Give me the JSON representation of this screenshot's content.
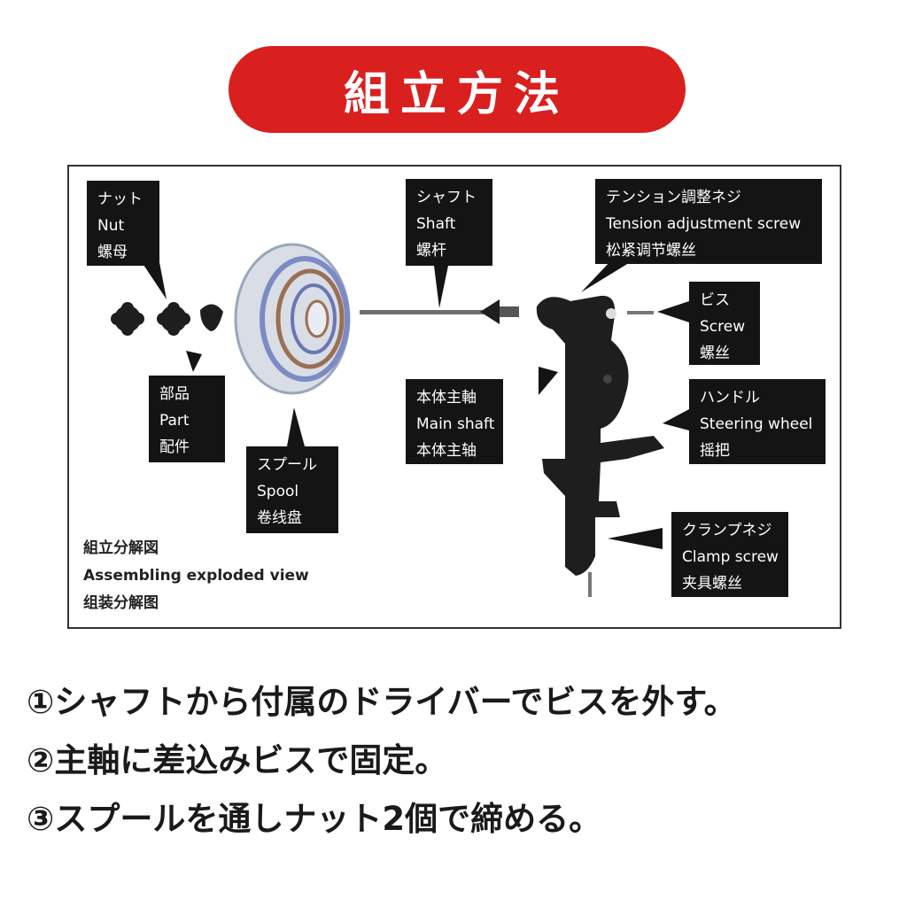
{
  "title": "組立方法",
  "callouts": {
    "nut": [
      "ナット",
      "Nut",
      "螺母"
    ],
    "shaft": [
      "シャフト",
      "Shaft",
      "螺杆"
    ],
    "tension": [
      "テンション調整ネジ",
      "Tension adjustment screw",
      "松紧调节螺丝"
    ],
    "screw": [
      "ビス",
      "Screw",
      "螺丝"
    ],
    "part": [
      "部品",
      "Part",
      "配件"
    ],
    "spool": [
      "スプール",
      "Spool",
      "卷线盘"
    ],
    "main_shaft": [
      "本体主軸",
      "Main shaft",
      "本体主轴"
    ],
    "handle": [
      "ハンドル",
      "Steering wheel",
      "摇把"
    ],
    "clamp": [
      "クランプネジ",
      "Clamp screw",
      "夹具螺丝"
    ]
  },
  "legend": [
    "組立分解図",
    "Assembling exploded view",
    "组装分解图"
  ],
  "steps": [
    "①シャフトから付属のドライバーでビスを外す。",
    "②主軸に差込みビスで固定。",
    "③スプールを通しナット2個で締める。"
  ],
  "colors": {
    "title_bg": "#d9201f",
    "callout_bg": "#141414",
    "part_color": "#1e1e1e"
  }
}
